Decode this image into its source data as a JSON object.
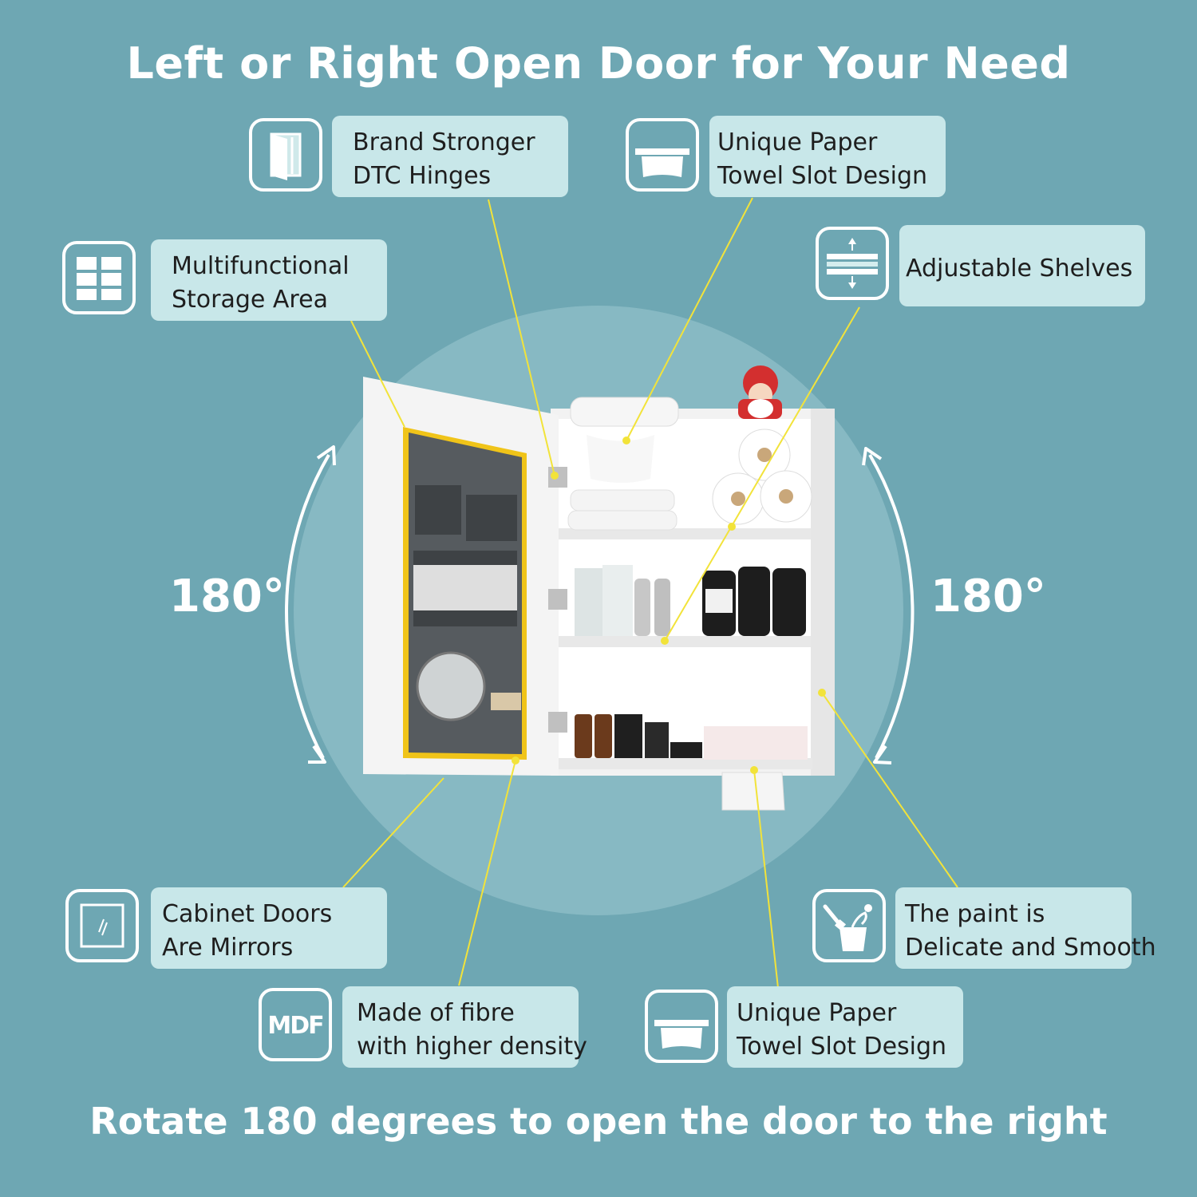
{
  "title": "Left or Right Open Door for Your Need",
  "footer": "Rotate 180 degrees to open the door to the right",
  "rotation": {
    "left": "180°",
    "right": "180°"
  },
  "colors": {
    "background": "#6ea7b3",
    "label_bg": "#c8e7e9",
    "callout_line": "#f2e33a",
    "text_white": "#ffffff"
  },
  "features": {
    "hinges": {
      "icon": "book-door-icon",
      "lines": [
        "Brand Stronger",
        "DTC Hinges"
      ]
    },
    "towel_top": {
      "icon": "paper-towel-icon",
      "lines": [
        "Unique Paper",
        "Towel Slot Design"
      ]
    },
    "storage": {
      "icon": "grid-storage-icon",
      "lines": [
        "Multifunctional",
        "Storage Area"
      ]
    },
    "shelves": {
      "icon": "shelf-adjust-icon",
      "lines": [
        "Adjustable Shelves"
      ]
    },
    "mirror": {
      "icon": "mirror-icon",
      "lines": [
        "Cabinet Doors",
        "Are Mirrors"
      ]
    },
    "paint": {
      "icon": "paint-bucket-icon",
      "lines": [
        "The paint is",
        "Delicate and Smooth"
      ]
    },
    "mdf": {
      "icon": "mdf-icon",
      "icon_text": "MDF",
      "lines": [
        "Made of fibre",
        "with higher density"
      ]
    },
    "towel_bottom": {
      "icon": "paper-towel-icon",
      "lines": [
        "Unique Paper",
        "Towel Slot Design"
      ]
    }
  }
}
